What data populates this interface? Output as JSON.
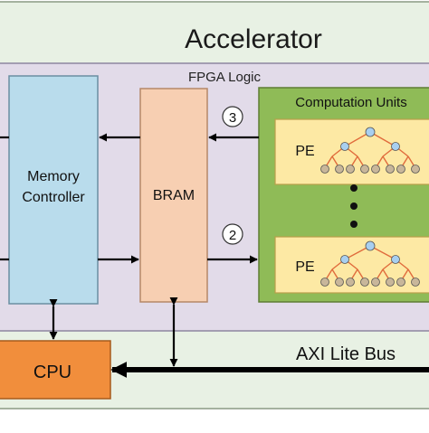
{
  "diagram": {
    "title": "Accelerator",
    "fpga_label": "FPGA Logic",
    "memory_controller": {
      "line1": "Memory",
      "line2": "Controller"
    },
    "bram": "BRAM",
    "computation_units": "Computation Units",
    "pe_top": "PE",
    "pe_bottom": "PE",
    "step_top": "3",
    "step_bottom": "2",
    "cpu": "CPU",
    "bus": "AXI Lite Bus"
  },
  "colors": {
    "accelerator_bg": "#e8f1e4",
    "fpga_bg": "#e2dbe9",
    "memory_controller": "#b9dcec",
    "bram": "#f7cfb2",
    "computation_units": "#8fbb57",
    "pe_box": "#fde9a4",
    "cpu": "#f18e3c",
    "tree_root": "#a8cff0",
    "tree_leaf": "#c8b69a",
    "tree_edge": "#e06b3c"
  }
}
